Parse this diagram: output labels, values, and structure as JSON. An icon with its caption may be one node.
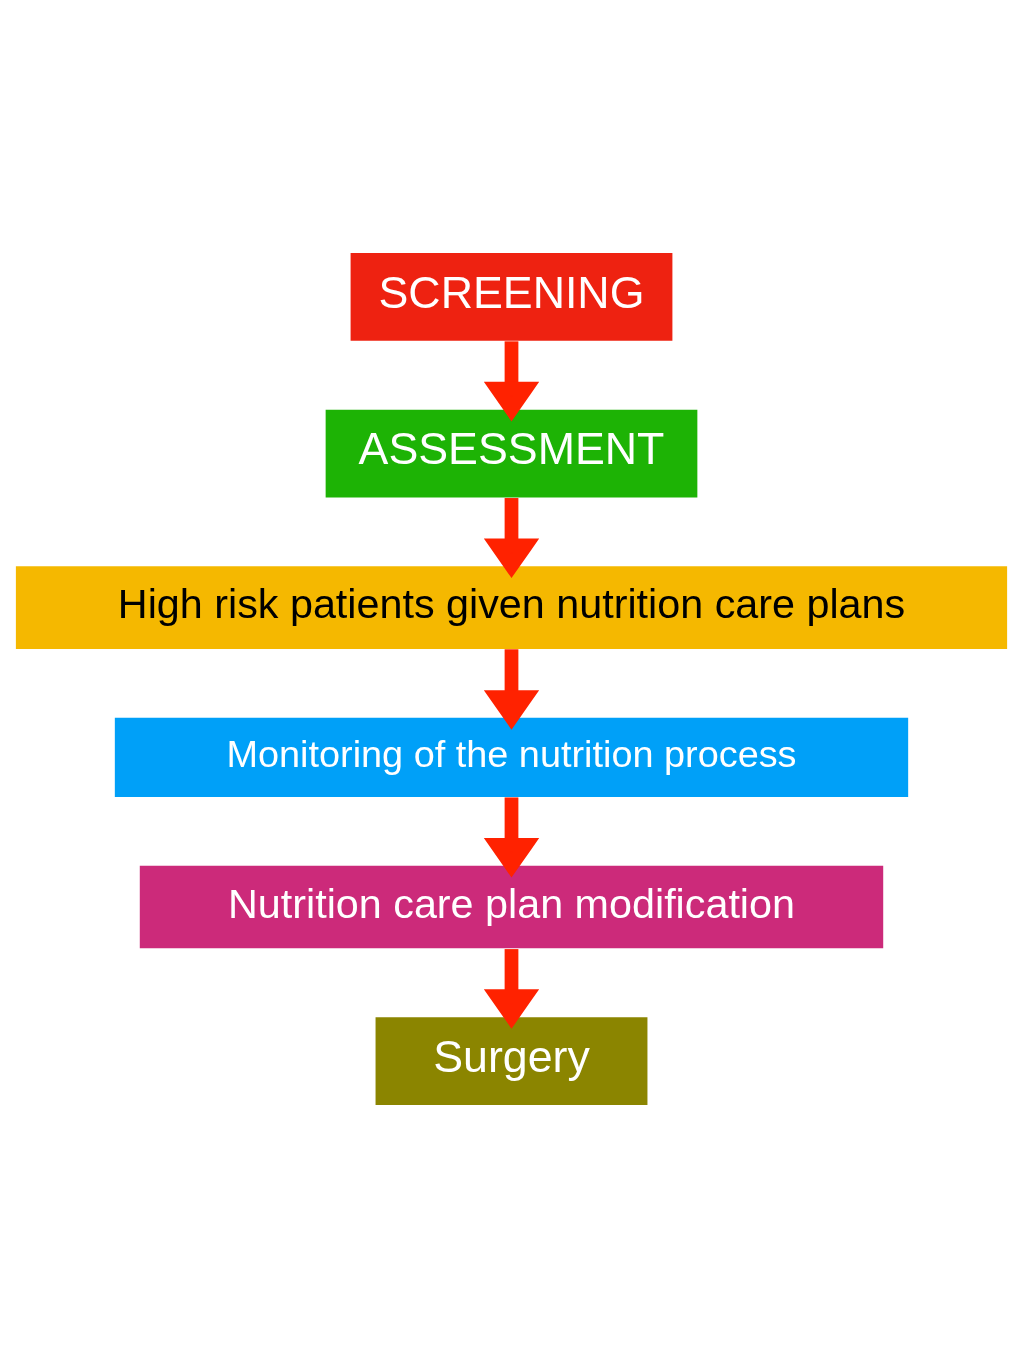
{
  "diagram": {
    "nodes": [
      {
        "text": [
          "SCREENING"
        ]
      },
      {
        "text": [
          "ASSESSMENT"
        ]
      },
      {
        "text": [
          "High risk patients given nutrition care plans"
        ]
      },
      {
        "text": [
          "Monitoring of the nutrition process"
        ]
      },
      {
        "text": [
          "Nutrition care plan modification"
        ]
      },
      {
        "text": [
          "Surgery"
        ]
      }
    ],
    "edges": [
      {
        "from": 0,
        "to": 1,
        "arrow": "to"
      },
      {
        "from": 1,
        "to": 2,
        "arrow": "to"
      },
      {
        "from": 2,
        "to": 3,
        "arrow": "to"
      },
      {
        "from": 3,
        "to": 4,
        "arrow": "to"
      },
      {
        "from": 4,
        "to": 5,
        "arrow": "to"
      }
    ]
  }
}
